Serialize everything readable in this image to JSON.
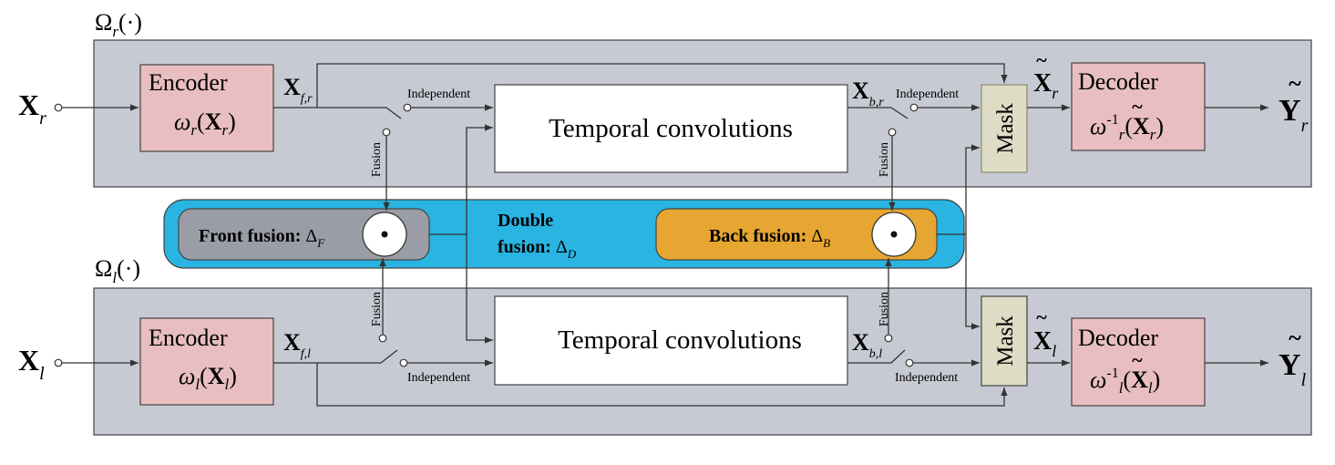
{
  "omega_r": {
    "symbol": "Ω",
    "sub": "r",
    "arg": "(·)"
  },
  "omega_l": {
    "symbol": "Ω",
    "sub": "l",
    "arg": "(·)"
  },
  "inputs": {
    "r": {
      "sym": "X",
      "sub": "r"
    },
    "l": {
      "sym": "X",
      "sub": "l"
    }
  },
  "outputs": {
    "r": {
      "tilde": "~",
      "sym": "Y",
      "sub": "r"
    },
    "l": {
      "tilde": "~",
      "sym": "Y",
      "sub": "l"
    }
  },
  "encoder_r": {
    "title": "Encoder",
    "fn": "ω",
    "fn_sub": "r",
    "arg": "X",
    "arg_sub": "r"
  },
  "encoder_l": {
    "title": "Encoder",
    "fn": "ω",
    "fn_sub": "l",
    "arg": "X",
    "arg_sub": "l"
  },
  "decoder_r": {
    "title": "Decoder",
    "fn": "ω",
    "fn_sup": "-1",
    "fn_sub": "r",
    "arg": "X",
    "arg_sub": "r"
  },
  "decoder_l": {
    "title": "Decoder",
    "fn": "ω",
    "fn_sup": "-1",
    "fn_sub": "l",
    "arg": "X",
    "arg_sub": "l"
  },
  "temporal_label": "Temporal convolutions",
  "mask_label": "Mask",
  "signals": {
    "xfr": {
      "sym": "X",
      "sub": "f,r"
    },
    "xfl": {
      "sym": "X",
      "sub": "f,l"
    },
    "xbr": {
      "sym": "X",
      "sub": "b,r"
    },
    "xbl": {
      "sym": "X",
      "sub": "b,l"
    },
    "xtr": {
      "sym": "X",
      "sub": "r"
    },
    "xtl": {
      "sym": "X",
      "sub": "l"
    }
  },
  "switch_labels": {
    "independent": "Independent",
    "fusion": "Fusion"
  },
  "fusion": {
    "front": {
      "label": "Front fusion: ",
      "delta": "Δ",
      "sub": "F"
    },
    "back": {
      "label": "Back fusion: ",
      "delta": "Δ",
      "sub": "B"
    },
    "double_line1": "Double",
    "double_line2": "fusion: ",
    "double_delta": "Δ",
    "double_sub": "D",
    "operator": "⊙"
  },
  "colors": {
    "panel": "#c8cad3",
    "block_pink": "#e8bec0",
    "mask": "#dedcc4",
    "double_fusion": "#29b4e2",
    "front_fusion": "#9a9da6",
    "back_fusion": "#e7a631",
    "line": "#333333"
  }
}
